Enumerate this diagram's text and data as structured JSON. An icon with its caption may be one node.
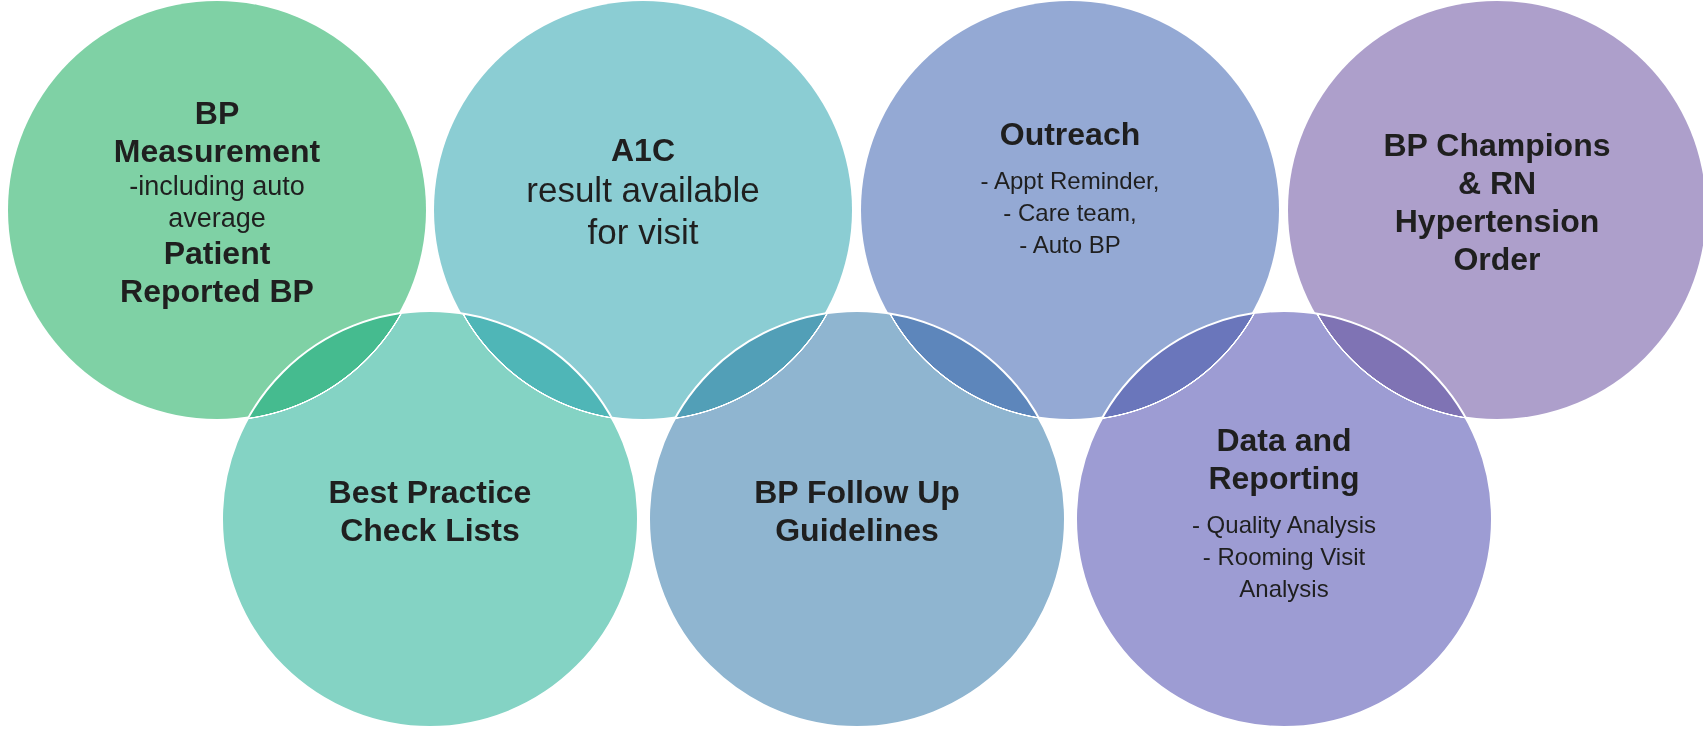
{
  "diagram": {
    "nodes": [
      {
        "text": [
          "BP Measurement",
          "-including auto average",
          "Patient Reported BP"
        ]
      },
      {
        "text": [
          "A1C",
          "result available for visit"
        ]
      },
      {
        "text": [
          "Outreach",
          "- Appt Reminder,",
          "- Care team,",
          "- Auto BP"
        ]
      },
      {
        "text": [
          "BP Champions & RN Hypertension Order"
        ]
      },
      {
        "text": [
          "Best Practice Check Lists"
        ]
      },
      {
        "text": [
          "BP Follow Up Guidelines"
        ]
      },
      {
        "text": [
          "Data and Reporting",
          "- Quality Analysis",
          "- Rooming Visit Analysis"
        ]
      }
    ]
  }
}
